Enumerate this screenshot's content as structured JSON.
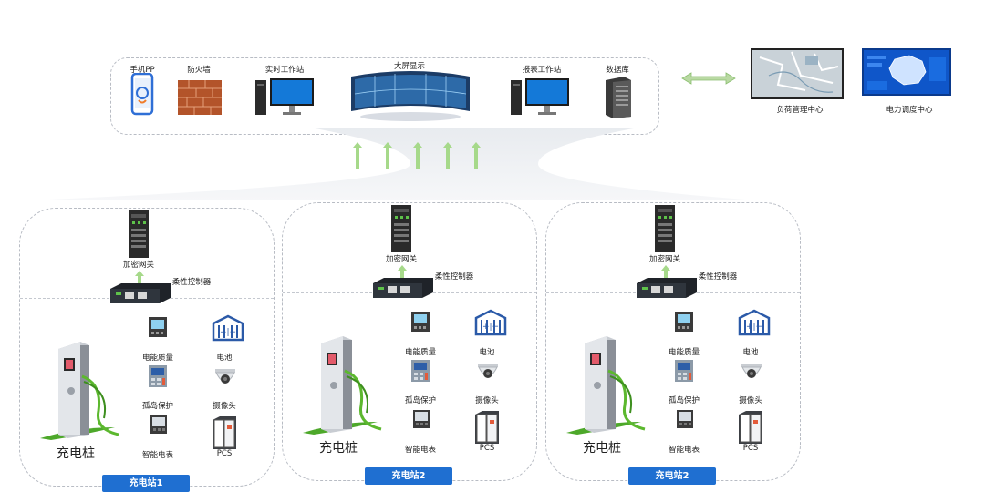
{
  "top_devices": [
    {
      "label": "手机PP",
      "icon": "phone-app-icon"
    },
    {
      "label": "防火墙",
      "icon": "firewall-icon"
    },
    {
      "label": "实时工作站",
      "icon": "workstation-icon"
    },
    {
      "label": "大屏显示",
      "icon": "video-wall-icon"
    },
    {
      "label": "报表工作站",
      "icon": "workstation-icon"
    },
    {
      "label": "数据库",
      "icon": "database-server-icon"
    }
  ],
  "centers": [
    {
      "label": "负荷管理中心",
      "icon": "map-screen-icon"
    },
    {
      "label": "电力调度中心",
      "icon": "china-map-screen-icon"
    }
  ],
  "stations": [
    {
      "name": "充电站1",
      "gateway": "加密网关",
      "controller": "柔性控制器",
      "pile": "充电桩",
      "devices": [
        "电能质量",
        "电池",
        "孤岛保护",
        "摄像头",
        "智能电表",
        "PCS"
      ]
    },
    {
      "name": "充电站2",
      "gateway": "加密网关",
      "controller": "柔性控制器",
      "pile": "充电桩",
      "devices": [
        "电能质量",
        "电池",
        "孤岛保护",
        "摄像头",
        "智能电表",
        "PCS"
      ]
    },
    {
      "name": "充电站2",
      "gateway": "加密网关",
      "controller": "柔性控制器",
      "pile": "充电桩",
      "devices": [
        "电能质量",
        "电池",
        "孤岛保护",
        "摄像头",
        "智能电表",
        "PCS"
      ]
    }
  ],
  "colors": {
    "accent": "#1f6fd1",
    "arrow": "#a6d98a",
    "pile_green": "#5cb82e"
  }
}
